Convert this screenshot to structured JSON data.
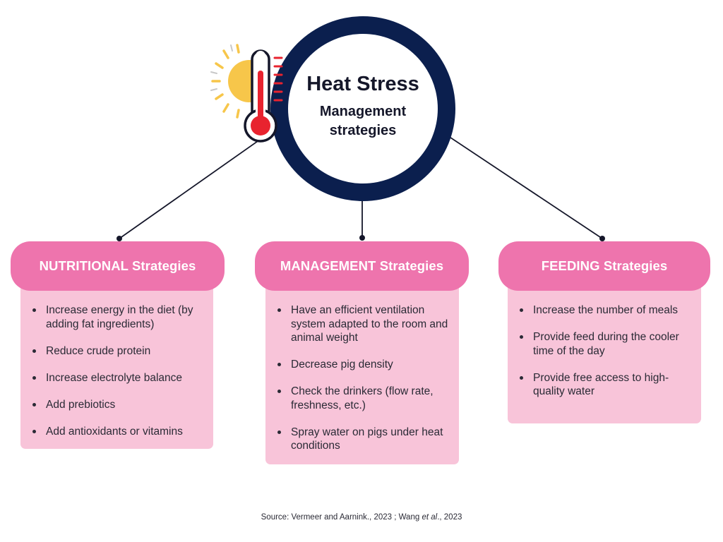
{
  "hub": {
    "title": "Heat Stress",
    "subtitle": "Management strategies",
    "ring_color": "#0b1f4e",
    "icon": "thermometer-sun-icon"
  },
  "strategies": [
    {
      "title": "NUTRITIONAL Strategies",
      "items": [
        "Increase energy in the diet (by adding fat ingredients)",
        "Reduce crude protein",
        "Increase electrolyte balance",
        "Add prebiotics",
        "Add antioxidants or vitamins"
      ]
    },
    {
      "title": "MANAGEMENT Strategies",
      "items": [
        "Have an efficient ventilation system adapted to the room and animal weight",
        "Decrease pig density",
        "Check the drinkers (flow rate, freshness, etc.)",
        "Spray water on pigs under heat conditions"
      ]
    },
    {
      "title": "FEEDING Strategies",
      "items": [
        "Increase the number of meals",
        "Provide feed during the cooler time of the day",
        "Provide free access to high-quality water"
      ]
    }
  ],
  "source": {
    "prefix": "Source: Vermeer and Aarnink., 2023 ; Wang ",
    "italic": "et al",
    "suffix": "., 2023"
  },
  "colors": {
    "header_pink": "#ee74ad",
    "body_pink": "#f8c4d9",
    "navy": "#0b1f4e"
  }
}
